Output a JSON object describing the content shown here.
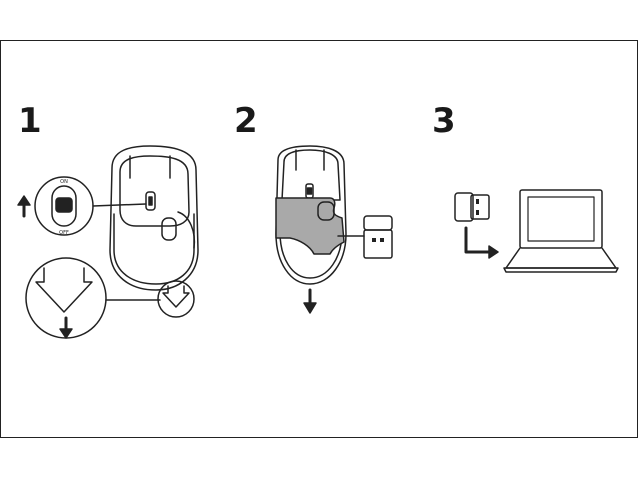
{
  "steps": [
    {
      "number": "1",
      "switch_on_label": "ON",
      "switch_off_label": "OFF"
    },
    {
      "number": "2"
    },
    {
      "number": "3"
    }
  ],
  "colors": {
    "line": "#222222",
    "tab": "#a9a9a9",
    "background": "#ffffff"
  }
}
